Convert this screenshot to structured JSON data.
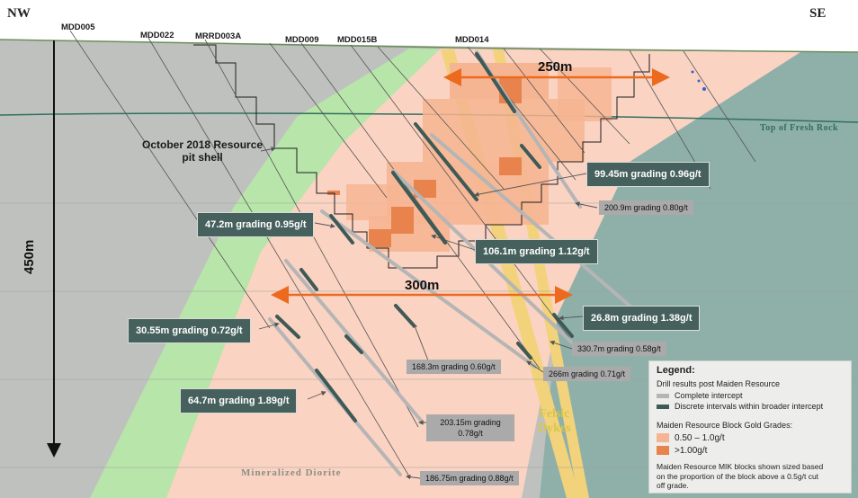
{
  "orientation": {
    "left": "NW",
    "right": "SE"
  },
  "drill_holes": [
    "MDD005",
    "MDD022",
    "MRRD003A",
    "MDD009",
    "MDD015B",
    "MDD014"
  ],
  "annotations": {
    "pit_shell": "October 2018 Resource\npit shell",
    "fresh_rock": "Top of Fresh Rock",
    "felsic_dykes": "Felsic\nDykes",
    "diorite": "Mineralized Diorite",
    "width_top": "250m",
    "width_mid": "300m",
    "depth": "450m"
  },
  "intercepts_discrete": [
    "99.45m grading 0.96g/t",
    "47.2m grading 0.95g/t",
    "106.1m grading 1.12g/t",
    "26.8m grading 1.38g/t",
    "30.55m grading 0.72g/t",
    "64.7m grading 1.89g/t"
  ],
  "intercepts_complete": [
    "200.9m grading 0.80g/t",
    "330.7m grading 0.58g/t",
    "168.3m grading 0.60g/t",
    "266m grading 0.71g/t",
    "203.15m grading\n0.78g/t",
    "186.75m grading 0.88g/t"
  ],
  "legend": {
    "title": "Legend:",
    "drill_heading": "Drill results post Maiden Resource",
    "complete": "Complete intercept",
    "discrete": "Discrete intervals within broader intercept",
    "block_heading": "Maiden Resource Block Gold Grades:",
    "grade_low": "0.50 – 1.0g/t",
    "grade_high": ">1.00g/t",
    "note": "Maiden Resource MIK blocks shown sized based\non the proportion of the block above a 0.5g/t cut\noff grade."
  },
  "colors": {
    "diorite_grey": "#bfc1bf",
    "green_zone": "#b8e5a9",
    "pink_zone": "#fbd3c2",
    "teal_zone": "#8fb0a9",
    "dyke": "#f2d27a",
    "grade_low": "#f6b592",
    "grade_high": "#e8834d",
    "arrow": "#ec6a1e",
    "box_dark": "#46615d",
    "box_grey": "#a9aaa9"
  }
}
